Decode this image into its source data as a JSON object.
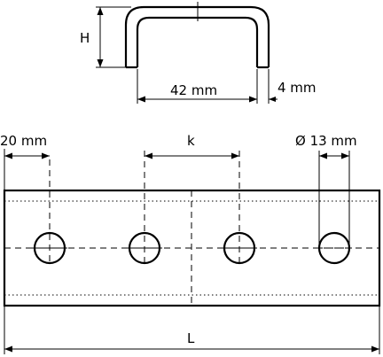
{
  "labels": {
    "height": "H",
    "inner_width": "42 mm",
    "wire_diameter": "4 mm",
    "edge_distance": "20 mm",
    "hole_spacing": "k",
    "hole_diameter": "Ø 13 mm",
    "total_length": "L"
  }
}
